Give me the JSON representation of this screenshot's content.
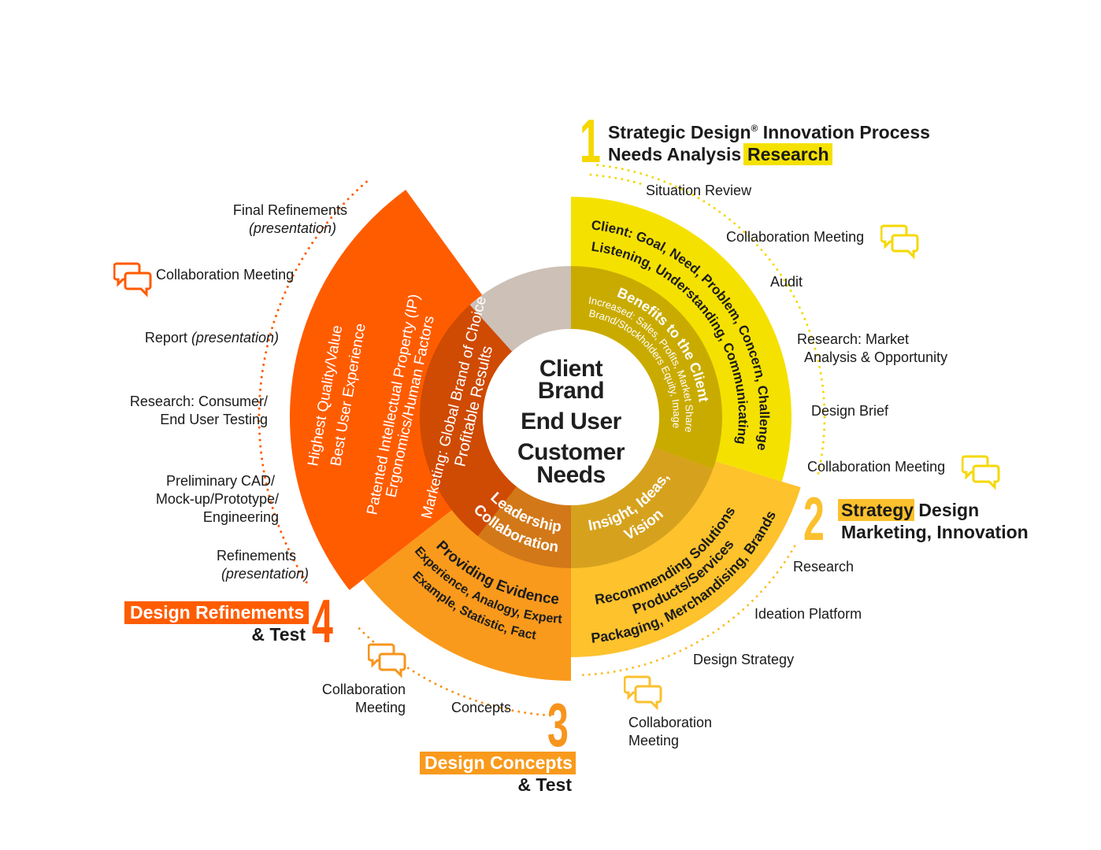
{
  "colors": {
    "phase1": "#f5e100",
    "phase1_inner": "#c9ab00",
    "phase2": "#fdc22c",
    "phase2_inner": "#d6a21e",
    "phase3": "#f99a1c",
    "phase3_inner": "#d27818",
    "phase4": "#ff5c00",
    "phase4_inner": "#cf4a02",
    "neutral": "#ccc0b7"
  },
  "center": {
    "lines": [
      "Client",
      "Brand",
      "End User",
      "Customer",
      "Needs"
    ]
  },
  "phases": {
    "p1": {
      "number": "1",
      "title_line1": "Strategic Design",
      "registered": "®",
      "title_line1_rest": " Innovation Process",
      "title_line2": "Needs Analysis",
      "highlight": "Research",
      "outer_lines": [
        "Client: Goal, Need, Problem, Concern, Challenge",
        "Listening, Understanding, Communicating"
      ],
      "inner_title": "Benefits to the Client",
      "inner_lines": [
        "Increased: Sales, Profits, Market Share",
        "Brand/Stockholders Equity, Image"
      ],
      "steps": [
        "Situation Review",
        "Collaboration Meeting",
        "Audit",
        "Research: Market",
        "Analysis & Opportunity",
        "Design Brief",
        "Collaboration Meeting"
      ]
    },
    "p2": {
      "number": "2",
      "highlight": "Strategy",
      "title_rest": " Design",
      "title_line2": "Marketing, Innovation",
      "outer_lines": [
        "Recommending Solutions",
        "Products/Services",
        "Packaging, Merchandising, Brands"
      ],
      "inner_lines": [
        "Insight, Ideas,",
        "Vision"
      ],
      "steps": [
        "Research",
        "Ideation Platform",
        "Design Strategy",
        "Collaboration",
        "Meeting"
      ]
    },
    "p3": {
      "number": "3",
      "highlight": "Design Concepts",
      "title_line2": "& Test",
      "outer_lines": [
        "Providing Evidence",
        "Experience, Analogy, Expert",
        "Example, Statistic, Fact"
      ],
      "inner_lines": [
        "Leadership",
        "Collaboration"
      ],
      "steps": [
        "Concepts",
        "Collaboration",
        "Meeting"
      ]
    },
    "p4": {
      "number": "4",
      "highlight": "Design Refinements",
      "title_line2": "& Test",
      "outer_lines": [
        "Highest Quality/Value",
        "Best User Experience",
        "Patented Intellectual Property (IP)",
        "Ergonomics/Human Factors",
        "Marketing: Global Brand of Choice"
      ],
      "inner_lines": [
        "Profitable Results"
      ],
      "steps": [
        "Refinements",
        "(presentation)",
        "Preliminary CAD/",
        "Mock-up/Prototype/",
        "Engineering",
        "Research: Consumer/",
        "End User Testing",
        "Report",
        "(presentation)",
        "Collaboration Meeting",
        "Final Refinements",
        "(presentation)"
      ]
    }
  },
  "icons": {
    "meeting": "speech-bubbles-icon"
  }
}
